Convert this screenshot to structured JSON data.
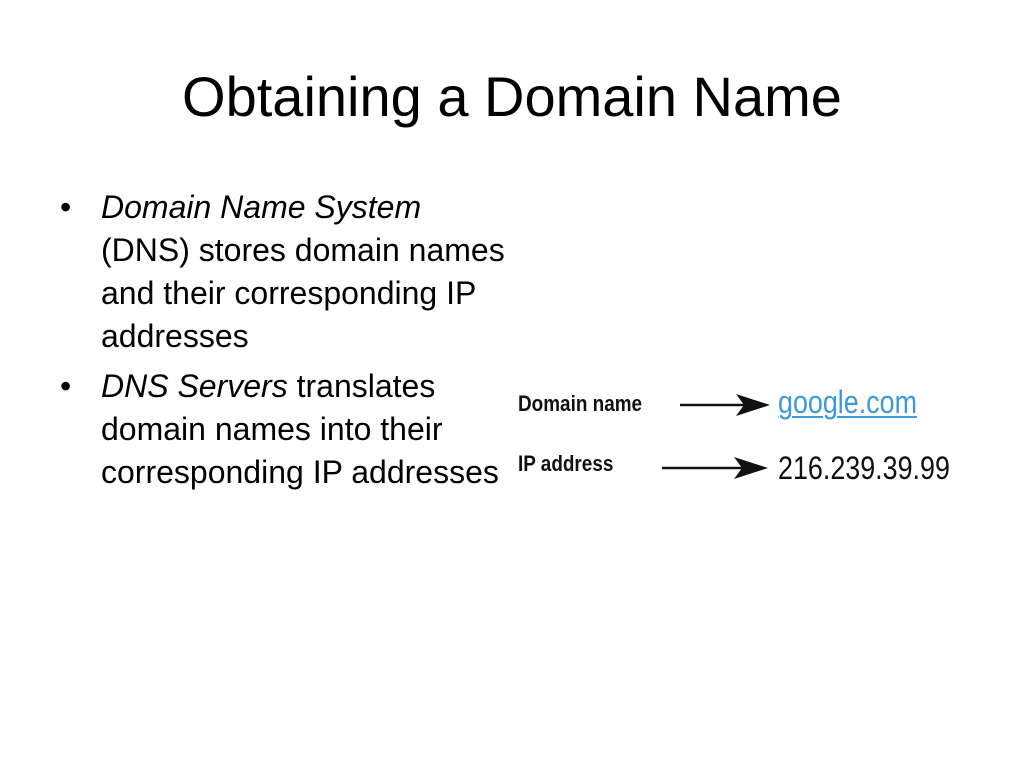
{
  "slide": {
    "title": "Obtaining a Domain Name",
    "bullets": [
      {
        "marker": "•",
        "emphasis": "Domain Name System",
        "text": " (DNS) stores domain names and their corresponding IP addresses"
      },
      {
        "marker": "•",
        "emphasis": "DNS Servers",
        "text": " translates domain names into their corresponding IP addresses"
      }
    ]
  },
  "figure": {
    "domain_label": "Domain name",
    "domain_value": "google.com",
    "ip_label": "IP address",
    "ip_value": "216.239.39.99",
    "link_color": "#3d9ad8",
    "arrow_color": "#111111"
  }
}
